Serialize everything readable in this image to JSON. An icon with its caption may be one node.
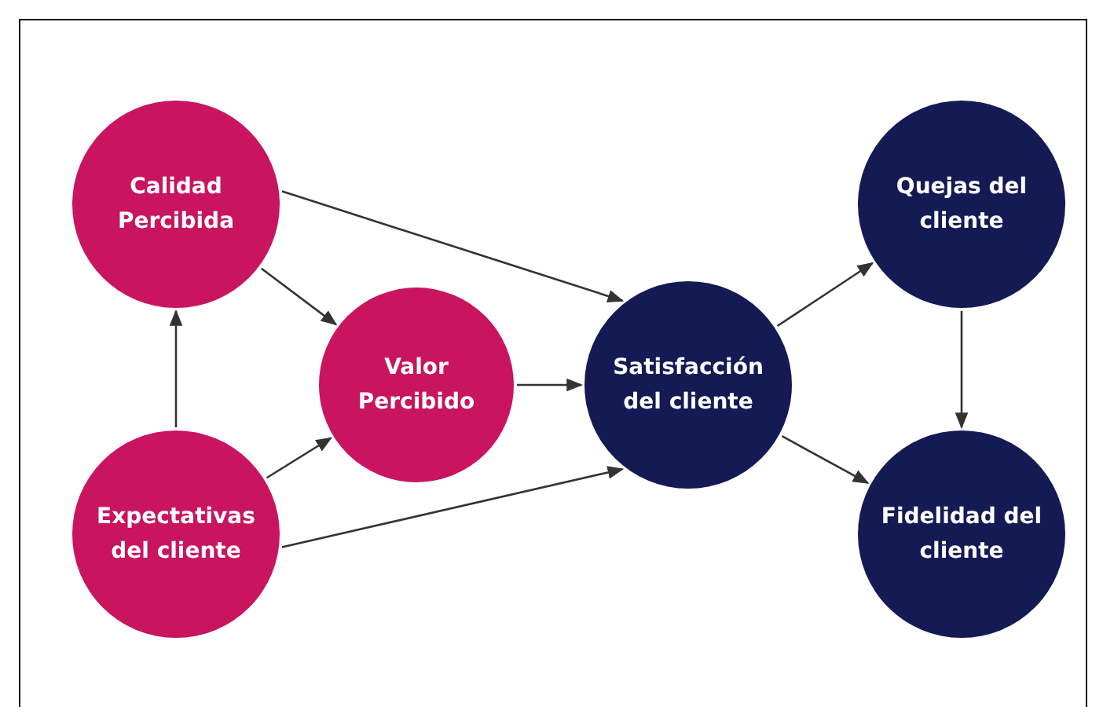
{
  "diagram": {
    "nodes": [
      {
        "text": [
          "Calidad Percibida"
        ]
      },
      {
        "text": [
          "Valor Percibido"
        ]
      },
      {
        "text": [
          "Expectativas del cliente"
        ]
      },
      {
        "text": [
          "Satisfacción del cliente"
        ]
      },
      {
        "text": [
          "Quejas del cliente"
        ]
      },
      {
        "text": [
          "Fidelidad del cliente"
        ]
      }
    ],
    "edges": [
      {
        "from": 0,
        "to": 1,
        "arrow": "to"
      },
      {
        "from": 0,
        "to": 3,
        "arrow": "to"
      },
      {
        "from": 2,
        "to": 0,
        "arrow": "to"
      },
      {
        "from": 2,
        "to": 1,
        "arrow": "to"
      },
      {
        "from": 2,
        "to": 3,
        "arrow": "to"
      },
      {
        "from": 1,
        "to": 3,
        "arrow": "to"
      },
      {
        "from": 3,
        "to": 4,
        "arrow": "to"
      },
      {
        "from": 3,
        "to": 5,
        "arrow": "to"
      },
      {
        "from": 4,
        "to": 5,
        "arrow": "to"
      }
    ]
  }
}
